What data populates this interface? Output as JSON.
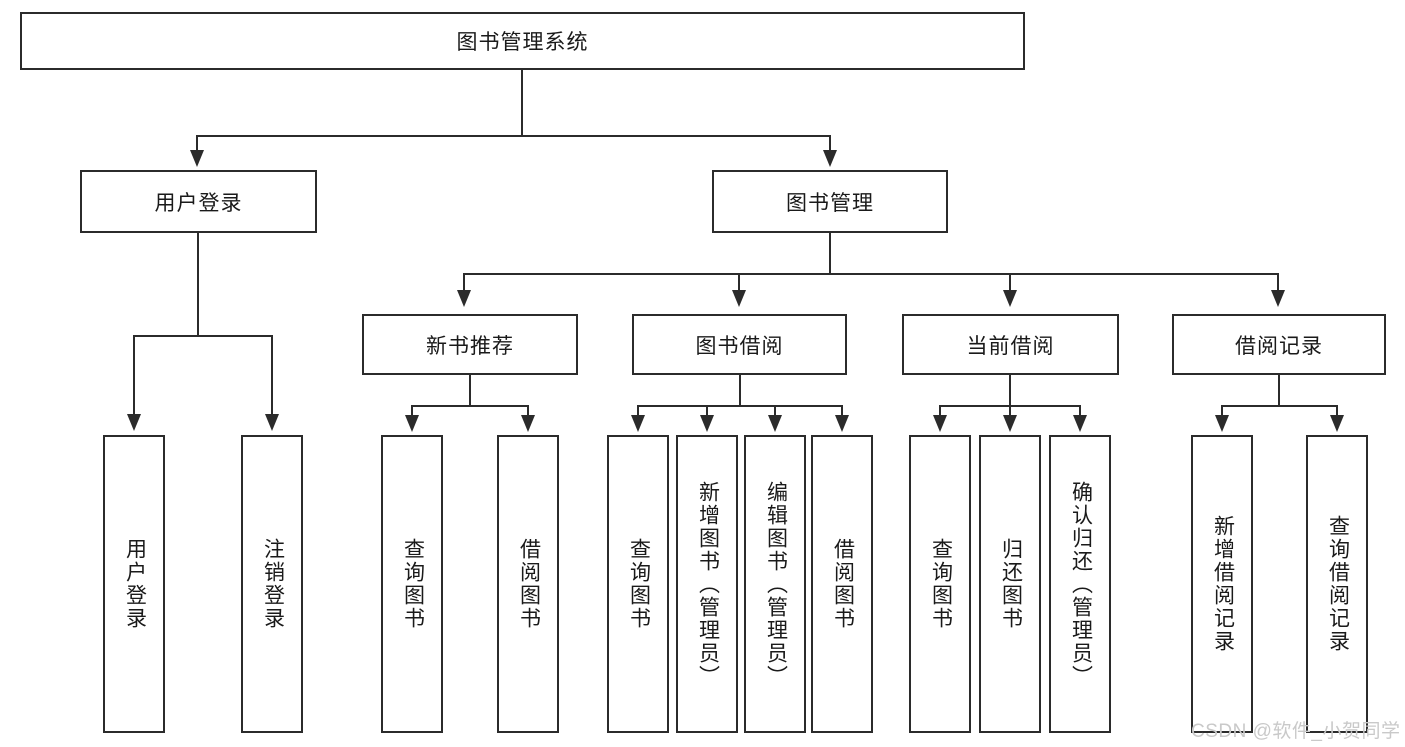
{
  "diagram": {
    "type": "hierarchy-tree",
    "title": "图书管理系统",
    "root": {
      "label": "图书管理系统"
    },
    "level2": [
      {
        "label": "用户登录"
      },
      {
        "label": "图书管理"
      }
    ],
    "level3": [
      {
        "label": "新书推荐"
      },
      {
        "label": "图书借阅"
      },
      {
        "label": "当前借阅"
      },
      {
        "label": "借阅记录"
      }
    ],
    "leaves": {
      "user_login": [
        {
          "label": "用户登录"
        },
        {
          "label": "注销登录"
        }
      ],
      "new_book_recommend": [
        {
          "label": "查询图书"
        },
        {
          "label": "借阅图书"
        }
      ],
      "book_borrow": [
        {
          "label": "查询图书"
        },
        {
          "label": "新增图书（管理员）"
        },
        {
          "label": "编辑图书（管理员）"
        },
        {
          "label": "借阅图书"
        }
      ],
      "current_borrow": [
        {
          "label": "查询图书"
        },
        {
          "label": "归还图书"
        },
        {
          "label": "确认归还（管理员）"
        }
      ],
      "borrow_record": [
        {
          "label": "新增借阅记录"
        },
        {
          "label": "查询借阅记录"
        }
      ]
    }
  },
  "watermark": {
    "text": "CSDN @软件_小贺同学"
  },
  "colors": {
    "stroke": "#2b2b2b",
    "fill": "#ffffff",
    "text": "#1a1a1a",
    "watermark": "#c9c9c9"
  }
}
